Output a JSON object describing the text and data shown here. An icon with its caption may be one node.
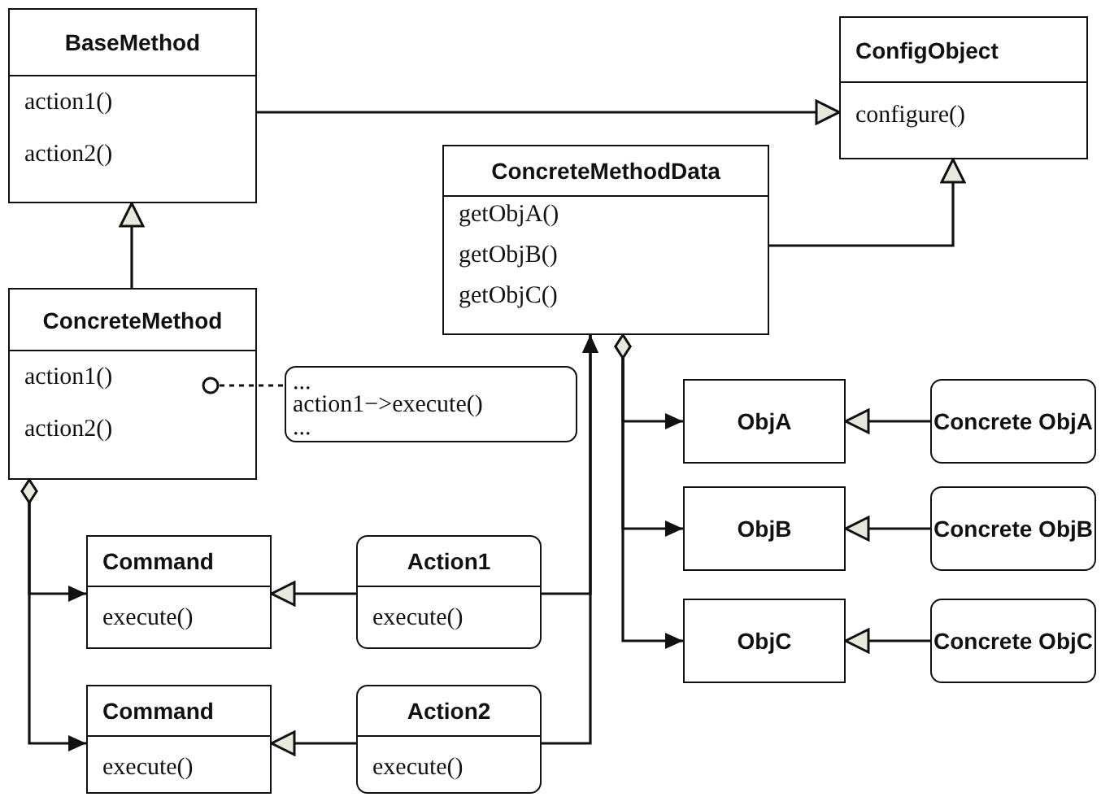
{
  "diagram": {
    "nodes": [
      {
        "text": [
          "BaseMethod",
          "action1()",
          "action2()"
        ]
      },
      {
        "text": [
          "ConfigObject",
          "configure()"
        ]
      },
      {
        "text": [
          "ConcreteMethodData",
          "getObjA()",
          "getObjB()",
          "getObjC()"
        ]
      },
      {
        "text": [
          "ConcreteMethod",
          "action1()",
          "action2()"
        ]
      },
      {
        "text": [
          "...",
          "action1−>execute()",
          "..."
        ]
      },
      {
        "text": [
          "ObjA"
        ]
      },
      {
        "text": [
          "Concrete ObjA"
        ]
      },
      {
        "text": [
          "ObjB"
        ]
      },
      {
        "text": [
          "Concrete ObjB"
        ]
      },
      {
        "text": [
          "ObjC"
        ]
      },
      {
        "text": [
          "Concrete ObjC"
        ]
      },
      {
        "text": [
          "Command",
          "execute()"
        ]
      },
      {
        "text": [
          "Action1",
          "execute()"
        ]
      },
      {
        "text": [
          "Command",
          "execute()"
        ]
      },
      {
        "text": [
          "Action2",
          "execute()"
        ]
      }
    ],
    "edges": [
      {
        "from": 0,
        "to": 1,
        "arrow": "to"
      },
      {
        "from": 3,
        "to": 0,
        "arrow": "to"
      },
      {
        "from": 2,
        "to": 1,
        "arrow": "to"
      },
      {
        "from": 3,
        "to": 4,
        "arrow": "other",
        "style": "dashed"
      },
      {
        "from": 3,
        "to": 11,
        "arrow": "to"
      },
      {
        "from": 3,
        "to": 13,
        "arrow": "to"
      },
      {
        "from": 12,
        "to": 11,
        "arrow": "to"
      },
      {
        "from": 14,
        "to": 13,
        "arrow": "to"
      },
      {
        "from": 12,
        "to": 2,
        "arrow": "to"
      },
      {
        "from": 14,
        "to": 2,
        "arrow": "to"
      },
      {
        "from": 2,
        "to": 5,
        "arrow": "to"
      },
      {
        "from": 2,
        "to": 7,
        "arrow": "to"
      },
      {
        "from": 2,
        "to": 9,
        "arrow": "to"
      },
      {
        "from": 6,
        "to": 5,
        "arrow": "to"
      },
      {
        "from": 8,
        "to": 7,
        "arrow": "to"
      },
      {
        "from": 10,
        "to": 9,
        "arrow": "to"
      }
    ]
  }
}
